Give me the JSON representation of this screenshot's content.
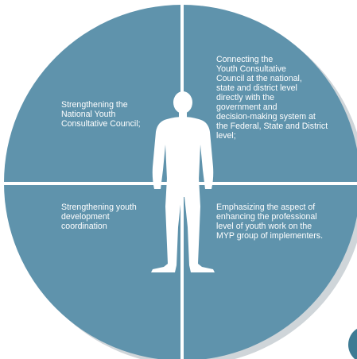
{
  "diagram": {
    "quadrants": {
      "top_left": "Strengthening the\nNational Youth\nConsultative Council;",
      "top_right": "Connecting the\nYouth Consultative\nCouncil at the national,\nstate and district level\ndirectly with the\ngovernment and\ndecision-making system at\nthe Federal, State and District\nlevel;",
      "bottom_left": "Strengthening youth\ndevelopment\ncoordination",
      "bottom_right": "Emphasizing the aspect of\nenhancing the professional\nlevel of youth work on the\nMYP group of implementers."
    }
  },
  "colors": {
    "circle_fill": "#5f93ac",
    "circle_shadow": "#cfd5d9",
    "divider": "#ffffff",
    "figure": "#ffffff",
    "corner_accent": "#3e7b94"
  },
  "icons": {
    "figure": "standing-man-silhouette"
  }
}
